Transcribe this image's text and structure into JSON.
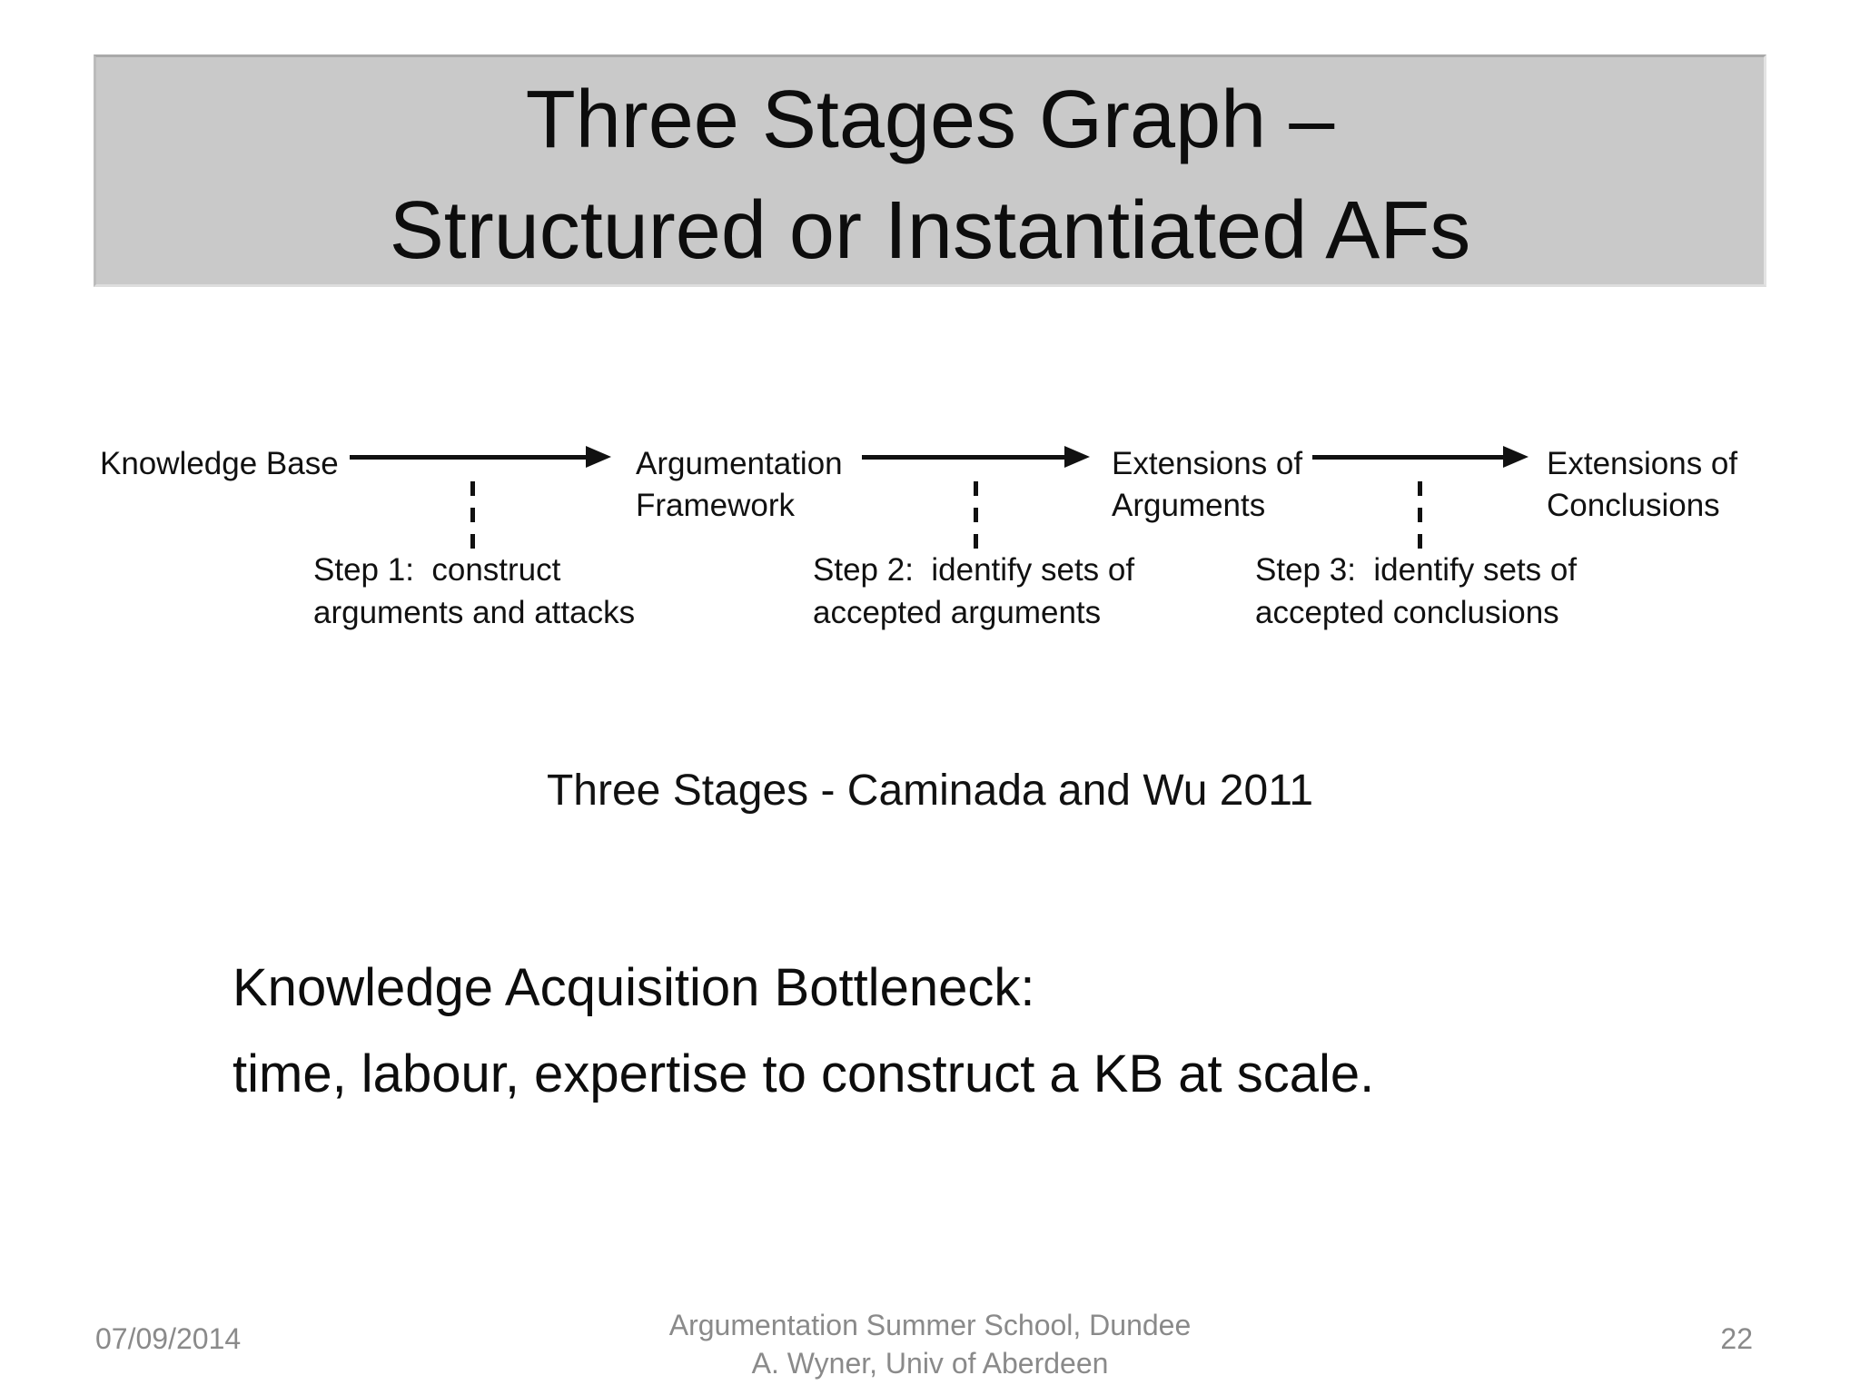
{
  "slide": {
    "title": {
      "line1": "Three Stages Graph –",
      "line2": "Structured or Instantiated AFs"
    },
    "diagram": {
      "nodes": [
        {
          "label": "Knowledge Base"
        },
        {
          "label": "Argumentation\nFramework"
        },
        {
          "label": "Extensions of\nArguments"
        },
        {
          "label": "Extensions of\nConclusions"
        }
      ],
      "steps": [
        {
          "label": "Step 1:  construct\narguments and attacks"
        },
        {
          "label": "Step 2:  identify sets of\naccepted arguments"
        },
        {
          "label": "Step 3:  identify sets of\naccepted conclusions"
        }
      ],
      "caption": "Three Stages - Caminada and Wu 2011"
    },
    "body": {
      "line1": "Knowledge Acquisition Bottleneck:",
      "line2": "time, labour, expertise to construct a KB at scale."
    },
    "footer": {
      "date": "07/09/2014",
      "center": "Argumentation Summer School, Dundee\nA. Wyner, Univ of Aberdeen",
      "page": "22"
    },
    "colors": {
      "title_box": "#c9c9c9",
      "text": "#111111",
      "footer_text": "#8a8a8a"
    }
  }
}
